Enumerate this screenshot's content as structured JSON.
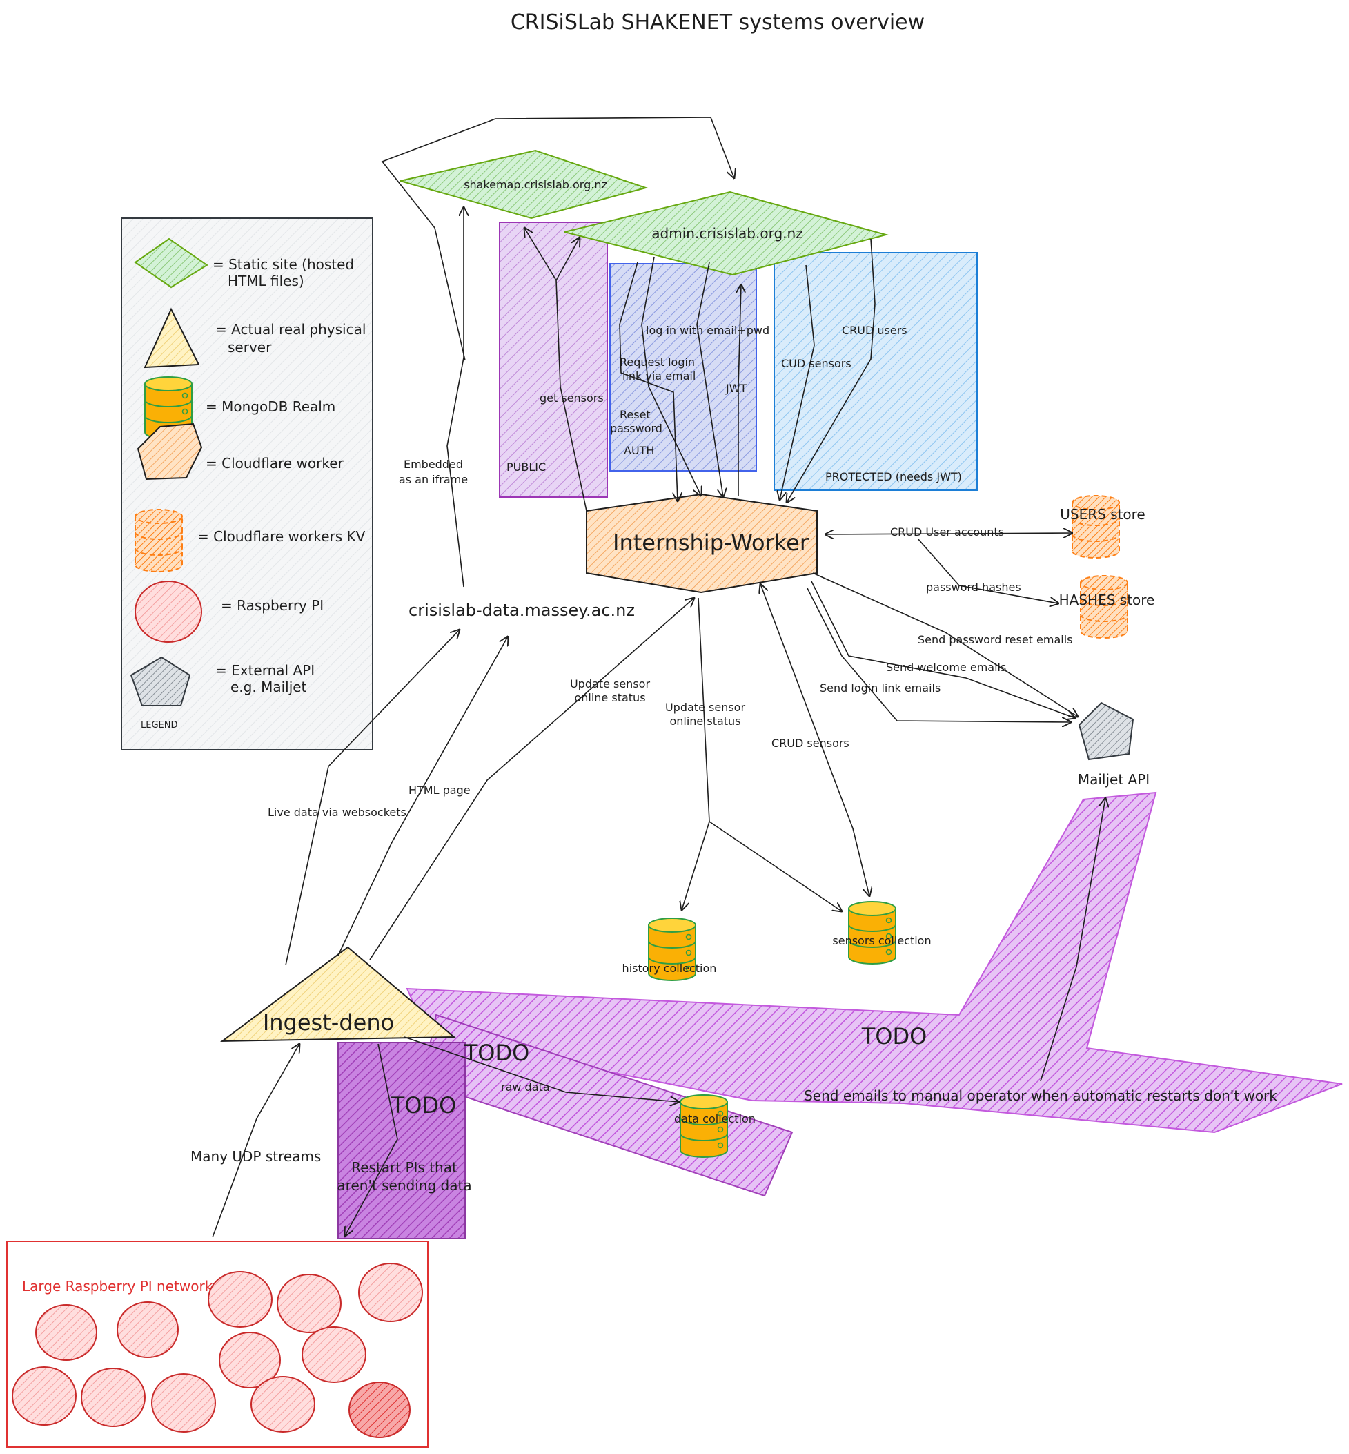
{
  "title": "CRISiSLab SHAKENET systems overview",
  "colors": {
    "static_site": "#b2f2bb",
    "static_site_stroke": "#66a80f",
    "server": "#ffec99",
    "server_stroke": "#1e1e1e",
    "mongodb": "#fab005",
    "mongodb_stroke": "#2f9e44",
    "worker": "#ffd8a8",
    "worker_stroke": "#1e1e1e",
    "kv": "#ffc078",
    "kv_stroke": "#fd7e14",
    "pi": "#ffc9c9",
    "pi_stroke": "#c92a2a",
    "external_api": "#ced4da",
    "public_zone": "#d0a8f0",
    "auth_zone": "#a5b4ea",
    "protected_zone": "#a5d8ff",
    "todo": "#be4bdb",
    "legend_bg": "#f1f3f5",
    "pi_network_border": "#e03131"
  },
  "legend": {
    "title": "LEGEND",
    "items": [
      {
        "icon": "static-site-diamond-icon",
        "label_lines": [
          "= Static site (hosted",
          "HTML files)"
        ]
      },
      {
        "icon": "server-triangle-icon",
        "label_lines": [
          "= Actual real physical",
          "server"
        ]
      },
      {
        "icon": "mongodb-cylinder-icon",
        "label_lines": [
          "= MongoDB Realm"
        ]
      },
      {
        "icon": "cloudflare-worker-hexagon-icon",
        "label_lines": [
          "= Cloudflare worker"
        ]
      },
      {
        "icon": "cloudflare-kv-cylinder-icon",
        "label_lines": [
          "= Cloudflare workers KV"
        ]
      },
      {
        "icon": "raspberry-pi-ellipse-icon",
        "label_lines": [
          "= Raspberry PI"
        ]
      },
      {
        "icon": "external-api-pentagon-icon",
        "label_lines": [
          "= External API",
          "e.g. Mailjet"
        ]
      }
    ]
  },
  "nodes": {
    "shakemap": "shakemap.crisislab.org.nz",
    "admin": "admin.crisislab.org.nz",
    "internship_worker": "Internship-Worker",
    "crisislab_data": "crisislab-data.massey.ac.nz",
    "ingest_deno": "Ingest-deno",
    "users_store": "USERS store",
    "hashes_store": "HASHES store",
    "mailjet_api": "Mailjet API",
    "history_collection": "history collection",
    "sensors_collection": "sensors collection",
    "data_collection": "data collection",
    "pi_network": "Large Raspberry PI network"
  },
  "zones": {
    "public": "PUBLIC",
    "auth": "AUTH",
    "protected": "PROTECTED (needs JWT)"
  },
  "edges": {
    "get_sensors": "get sensors",
    "login_email_pwd": "log in with email+pwd",
    "request_login_link": [
      "Request login",
      "link via email"
    ],
    "reset_password": [
      "Reset",
      "password"
    ],
    "jwt": "JWT",
    "cud_sensors": "CUD sensors",
    "crud_users": "CRUD users",
    "embedded_iframe": [
      "Embedded",
      "as an iframe"
    ],
    "crud_user_accounts": "CRUD User accounts",
    "password_hashes": "password hashes",
    "send_password_reset": "Send password reset emails",
    "send_welcome": "Send welcome emails",
    "send_login_link": "Send login link emails",
    "update_status_left": [
      "Update sensor",
      "online status"
    ],
    "update_status_right": [
      "Update sensor",
      "online status"
    ],
    "crud_sensors": "CRUD sensors",
    "html_page": "HTML page",
    "live_data": "Live data via websockets",
    "many_udp": "Many UDP streams",
    "raw_data": "raw data"
  },
  "todos": {
    "label": "TODO",
    "restart_pis": [
      "Restart PIs that",
      "aren't sending data"
    ],
    "send_emails": "Send emails to manual operator when automatic restarts don't work"
  }
}
